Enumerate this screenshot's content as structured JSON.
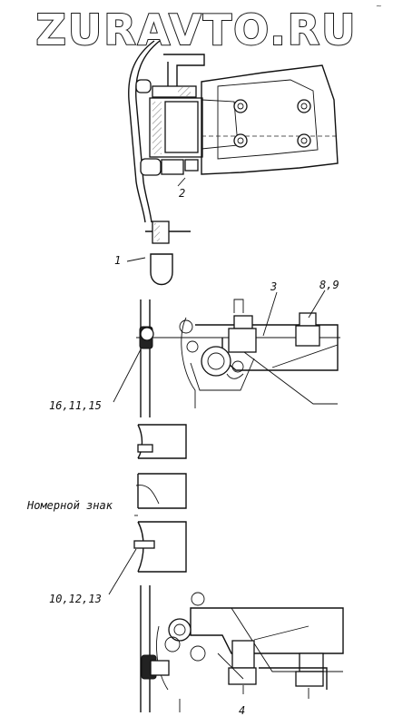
{
  "header": {
    "site_name": "ZURAVTO.RU",
    "corner_mark": "~"
  },
  "callouts": {
    "c1": "1",
    "c2": "2",
    "c3": "3",
    "c89": "8,9",
    "c161115": "16,11,15",
    "plate": "Номерной знак",
    "c101213": "10,12,13",
    "c4": "4"
  },
  "colors": {
    "ink": "#111111",
    "paper": "#ffffff"
  }
}
